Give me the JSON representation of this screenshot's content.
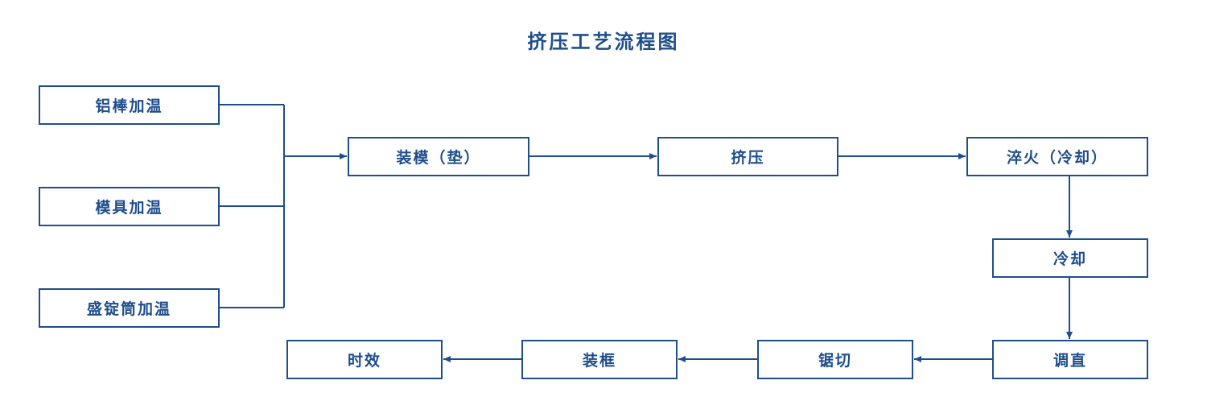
{
  "diagram": {
    "title": "挤压工艺流程图",
    "colors": {
      "line": "#1f4e8c",
      "text": "#1f4e8c",
      "background": "#ffffff"
    },
    "steps": {
      "aluminum_heating": "铝棒加温",
      "mold_heating": "模具加温",
      "container_heating": "盛锭筒加温",
      "load_die": "装模（垫）",
      "extrusion": "挤压",
      "quench": "淬火（冷却）",
      "cooling": "冷却",
      "straighten": "调直",
      "saw_cut": "锯切",
      "frame_loading": "装框",
      "aging": "时效"
    },
    "connections": [
      [
        "aluminum_heating",
        "load_die"
      ],
      [
        "mold_heating",
        "load_die"
      ],
      [
        "container_heating",
        "load_die"
      ],
      [
        "load_die",
        "extrusion"
      ],
      [
        "extrusion",
        "quench"
      ],
      [
        "quench",
        "cooling"
      ],
      [
        "cooling",
        "straighten"
      ],
      [
        "straighten",
        "saw_cut"
      ],
      [
        "saw_cut",
        "frame_loading"
      ],
      [
        "frame_loading",
        "aging"
      ]
    ]
  }
}
